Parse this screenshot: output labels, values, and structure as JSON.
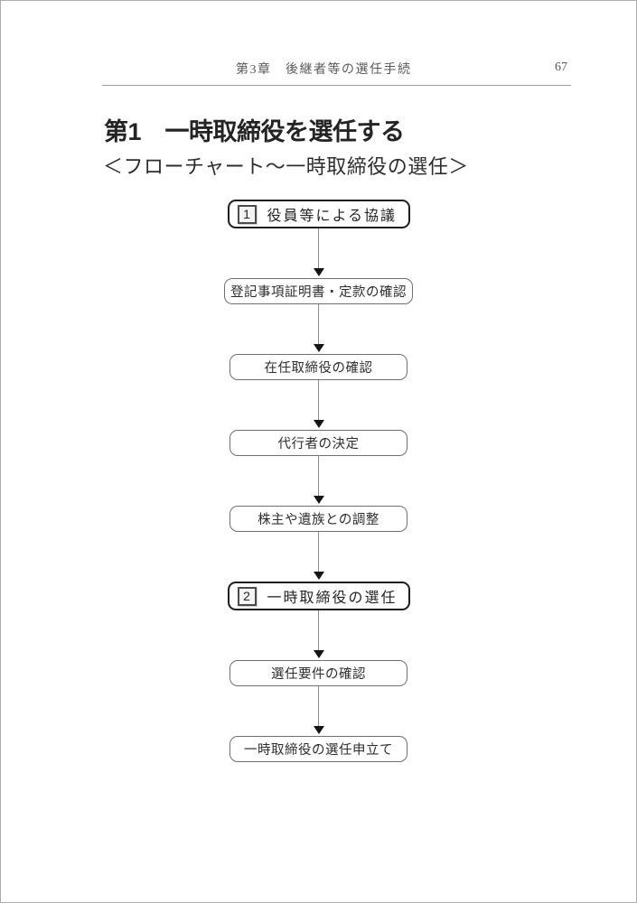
{
  "page": {
    "header": {
      "chapter": "第3章　後継者等の選任手続",
      "page_number": "67"
    },
    "title": "第1　一時取締役を選任する",
    "subtitle": "＜フローチャート～一時取締役の選任＞"
  },
  "flowchart": {
    "nodes": [
      {
        "number": "1",
        "label": "役員等による協議",
        "emphasized": true
      },
      {
        "label": "登記事項証明書・定款の確認",
        "emphasized": false
      },
      {
        "label": "在任取締役の確認",
        "emphasized": false
      },
      {
        "label": "代行者の決定",
        "emphasized": false
      },
      {
        "label": "株主や遺族との調整",
        "emphasized": false
      },
      {
        "number": "2",
        "label": "一時取締役の選任",
        "emphasized": true
      },
      {
        "label": "選任要件の確認",
        "emphasized": false
      },
      {
        "label": "一時取締役の選任申立て",
        "emphasized": false
      }
    ]
  },
  "colors": {
    "ink": "#2b2b2b",
    "emphasized_border": "#1d1d1d",
    "normal_border": "#6f6f6f",
    "page_frame": "#adadad"
  }
}
